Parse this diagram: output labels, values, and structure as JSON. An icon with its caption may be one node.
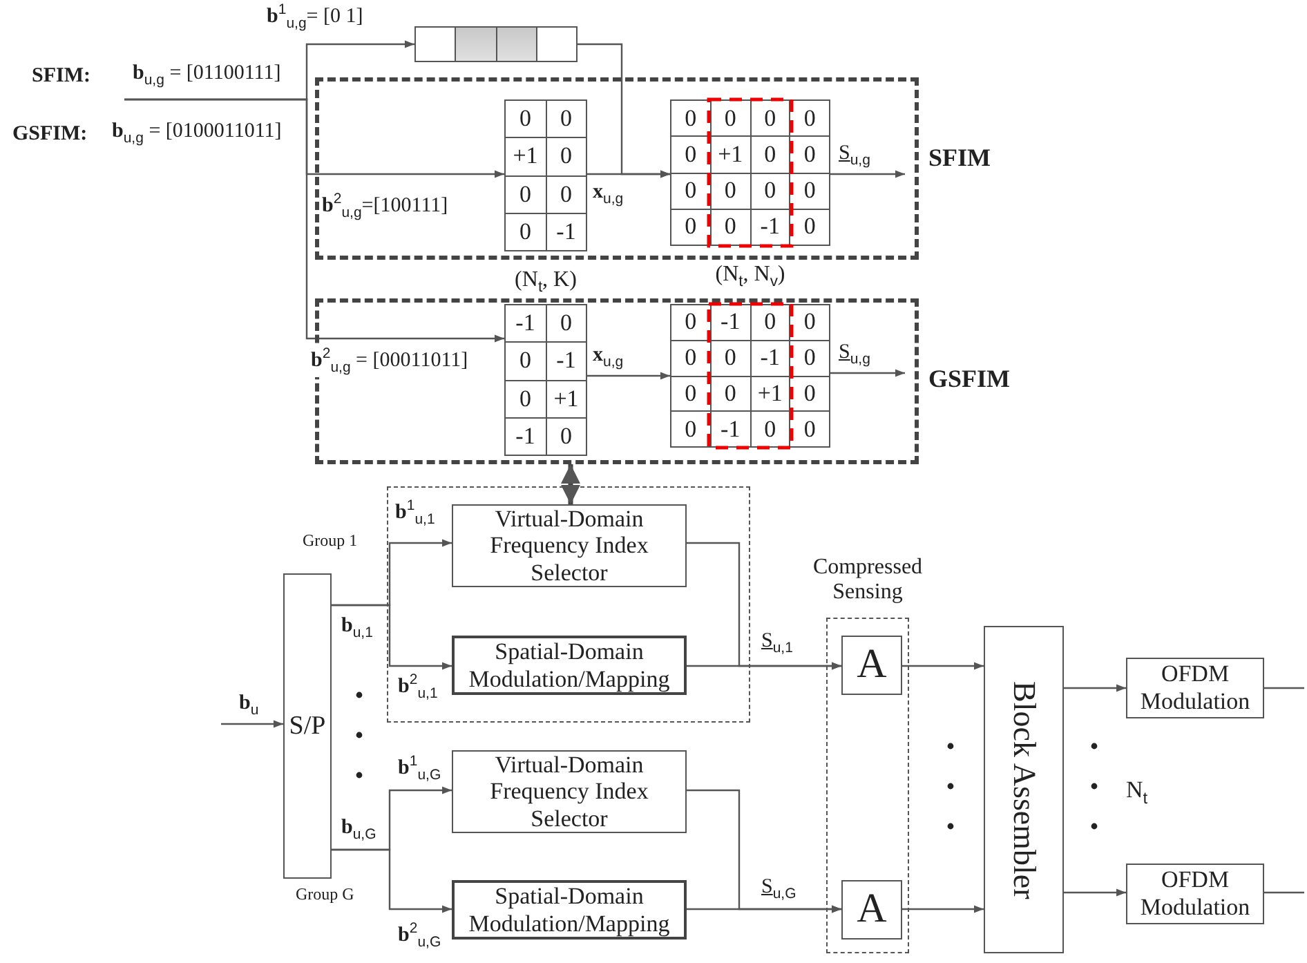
{
  "diagram": {
    "nodes": [
      {
        "text": [],
        "shape": "bar"
      },
      {
        "text": [
          "SFIM"
        ]
      },
      {
        "text": [
          "0",
          "0",
          "+1",
          "0",
          "0",
          "0",
          "0",
          "-1"
        ],
        "in": 1,
        "beside": [
          "(N$_{t}$, K)"
        ]
      },
      {
        "text": [
          "0",
          "0",
          "0",
          "0",
          "0",
          "+1",
          "0",
          "0",
          "0",
          "0",
          "0",
          "0",
          "0",
          "0",
          "-1",
          "0"
        ],
        "in": 1,
        "beside": [
          "(N$_{t}$, N$_{v}$)"
        ]
      },
      {
        "text": [
          "GSFIM"
        ]
      },
      {
        "text": [
          "-1",
          "0",
          "0",
          "-1",
          "0",
          "+1",
          "-1",
          "0"
        ],
        "in": 4
      },
      {
        "text": [
          "0",
          "-1",
          "0",
          "0",
          "0",
          "0",
          "-1",
          "0",
          "0",
          "0",
          "+1",
          "0",
          "0",
          "-1",
          "0",
          "0"
        ],
        "in": 4
      },
      {
        "text": [],
        "shape": "box"
      },
      {
        "text": [
          "Virtual-Domain Frequency Index Selector"
        ],
        "in": 7
      },
      {
        "text": [
          "Spatial-Domain Modulation/Mapping"
        ],
        "in": 7
      },
      {
        "text": [
          "S/P"
        ]
      },
      {
        "text": [
          "Virtual-Domain Frequency Index Selector"
        ]
      },
      {
        "text": [
          "Spatial-Domain Modulation/Mapping"
        ]
      },
      {
        "text": [
          "Compressed Sensing"
        ]
      },
      {
        "text": [
          "A"
        ],
        "in": 13
      },
      {
        "text": [
          "A"
        ],
        "in": 13
      },
      {
        "text": [
          "Block Assembler"
        ]
      },
      {
        "text": [
          "OFDM Modulation"
        ]
      },
      {
        "text": [
          "OFDM Modulation"
        ]
      }
    ],
    "edges": [
      {
        "from": null,
        "to": 0,
        "arrow": "to",
        "label": "**b**$^{1}$$_{u,g}$= [0 1]"
      },
      {
        "from": null,
        "to": 2,
        "arrow": "to",
        "label": "**b**$^{2}$$_{u,g}$=[100111]"
      },
      {
        "from": null,
        "to": 5,
        "arrow": "to",
        "label": "**b**$^{2}$$_{u,g}$ = [00011011]"
      },
      {
        "from": 0,
        "to": 3,
        "arrow": "to"
      },
      {
        "from": 2,
        "to": 3,
        "arrow": "to",
        "label": "**x**$_{u,g}$"
      },
      {
        "from": 3,
        "to": null,
        "arrow": "to",
        "label": "S$_{u,g}$"
      },
      {
        "from": 5,
        "to": 6,
        "arrow": "to",
        "label": "**x**$_{u,g}$"
      },
      {
        "from": 6,
        "to": null,
        "arrow": "to",
        "label": "S$_{u,g}$"
      },
      {
        "from": 4,
        "to": 8,
        "arrow": "both",
        "style": "thick"
      },
      {
        "from": null,
        "to": 10,
        "arrow": "to",
        "label": "**b**$_{u}$"
      },
      {
        "from": 10,
        "to": 8,
        "arrow": "to",
        "label": "**b**$^{1}$$_{u,1}$"
      },
      {
        "from": 10,
        "to": 9,
        "arrow": "to",
        "label": "**b**$^{2}$$_{u,1}$"
      },
      {
        "from": 10,
        "to": 11,
        "arrow": "to",
        "label": "**b**$^{1}$$_{u,G}$"
      },
      {
        "from": 10,
        "to": 12,
        "arrow": "to",
        "label": "**b**$^{2}$$_{u,G}$"
      },
      {
        "from": 8,
        "to": 14,
        "arrow": "to"
      },
      {
        "from": 9,
        "to": 14,
        "arrow": "to",
        "label": "S$_{u,1}$"
      },
      {
        "from": 11,
        "to": 15,
        "arrow": "to"
      },
      {
        "from": 12,
        "to": 15,
        "arrow": "to",
        "label": "S$_{u,G}$"
      },
      {
        "from": 14,
        "to": 16,
        "arrow": "to"
      },
      {
        "from": 15,
        "to": 16,
        "arrow": "to"
      },
      {
        "from": 16,
        "to": 17,
        "arrow": "to"
      },
      {
        "from": 16,
        "to": 18,
        "arrow": "to"
      },
      {
        "from": 17,
        "to": null,
        "arrow": "none"
      },
      {
        "from": 18,
        "to": null,
        "arrow": "none"
      }
    ],
    "labels": [
      "SFIM:",
      "**b**$_{u,g}$ = [01100111]",
      "GSFIM:",
      "**b**$_{u,g}$ = [0100011011]",
      "Group 1",
      "**b**$_{u,1}$",
      "Group G",
      "**b**$_{u,G}$",
      "N$_{t}$"
    ]
  }
}
